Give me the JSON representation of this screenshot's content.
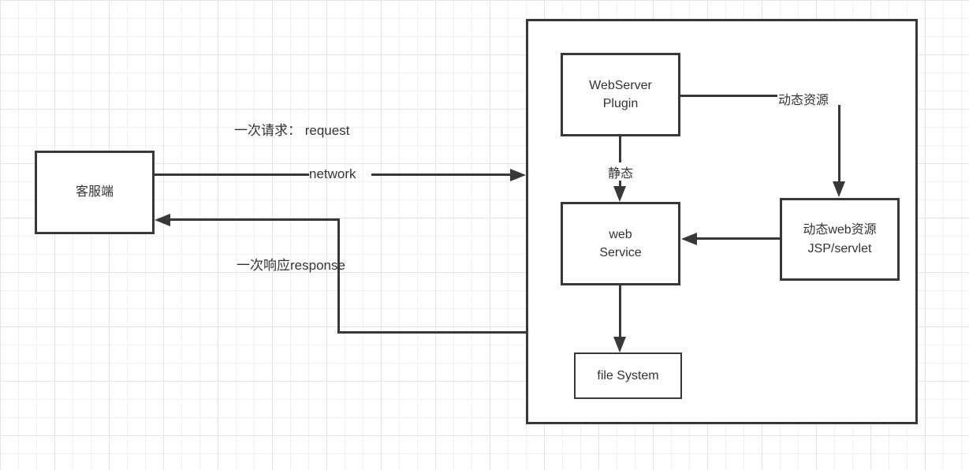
{
  "boxes": {
    "client": {
      "label": "客服端"
    },
    "webserver_plugin": {
      "line1": "WebServer",
      "line2": "Plugin"
    },
    "web_service": {
      "line1": "web",
      "line2": "Service"
    },
    "dynamic_web_resource": {
      "line1": "动态web资源",
      "line2": "JSP/servlet"
    },
    "file_system": {
      "label": "file System"
    }
  },
  "edge_labels": {
    "request": "一次请求： request",
    "network": "network",
    "response": "一次响应response",
    "static_res": "静态",
    "dynamic_res": "动态资源"
  },
  "colors": {
    "stroke": "#383838",
    "background": "#ffffff",
    "grid_minor": "#f1f1f1",
    "grid_major": "#e4e4e4"
  }
}
